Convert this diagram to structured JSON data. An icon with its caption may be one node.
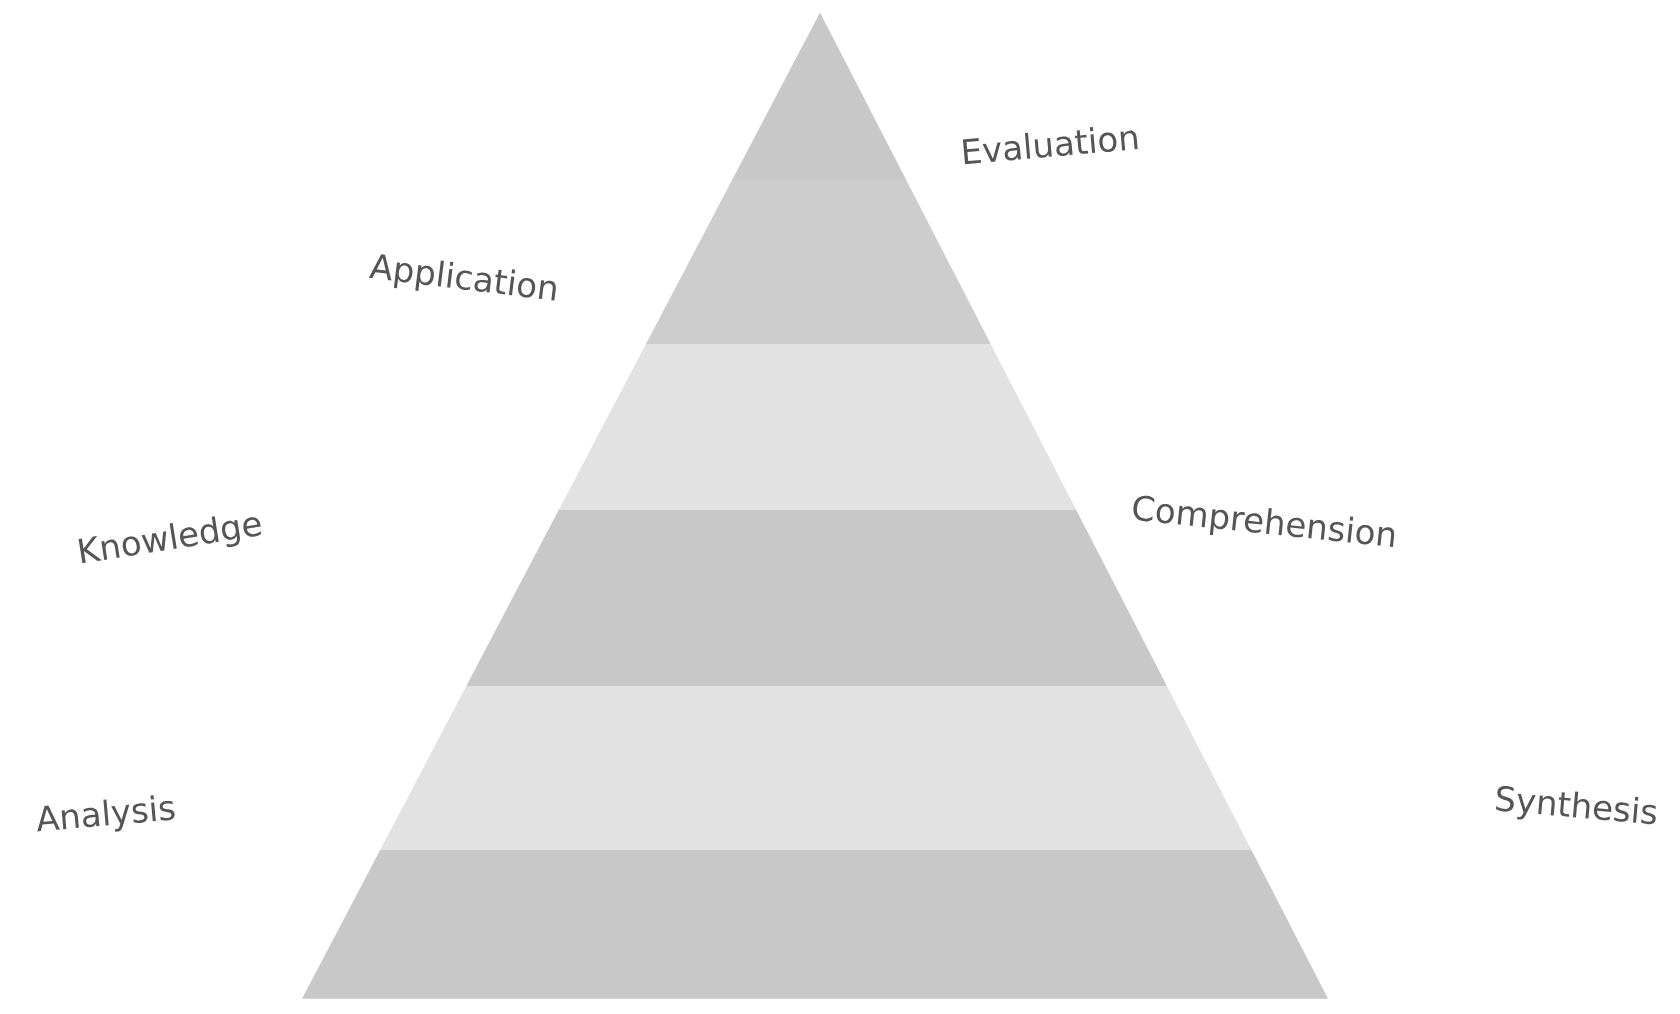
{
  "diagram": {
    "labels": [
      "Evaluation",
      "Application",
      "Knowledge",
      "Comprehension",
      "Analysis",
      "Synthesis"
    ]
  }
}
